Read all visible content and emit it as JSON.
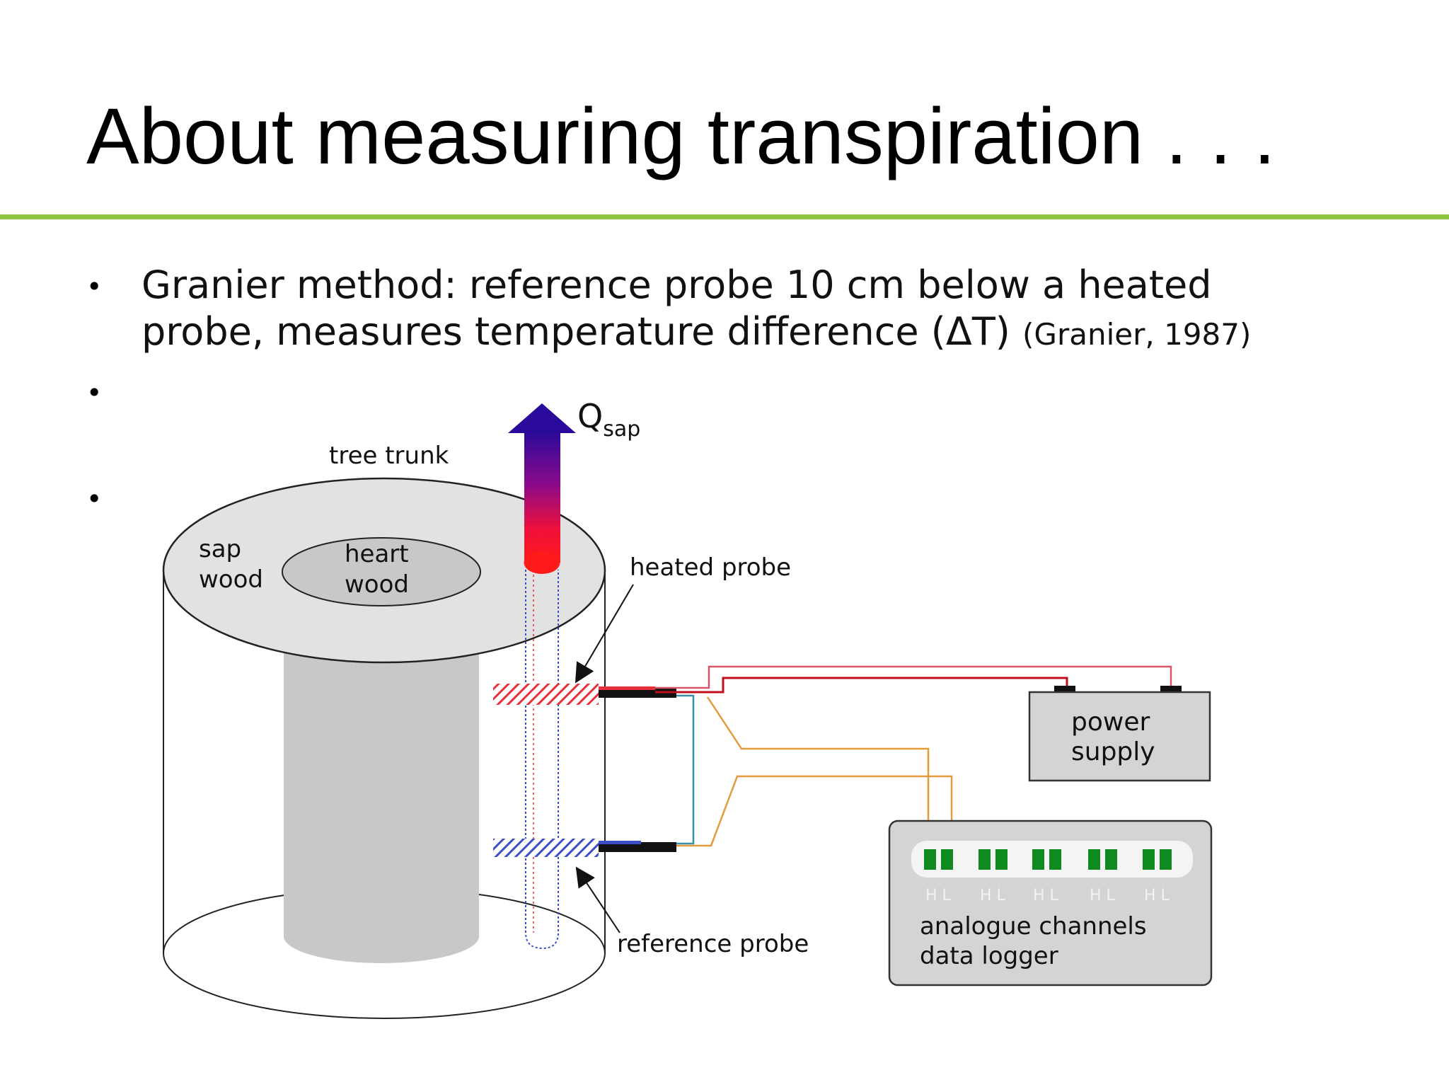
{
  "slide": {
    "title": "About measuring transpiration . . .",
    "bullet_1_text": "Granier method: reference probe 10 cm below a heated probe, measures temperature difference (ΔT)",
    "bullet_1_citation": "(Granier, 1987)"
  },
  "diagram": {
    "flow_label": "Q",
    "flow_subscript": "sap",
    "tree_trunk_label": "tree trunk",
    "sapwood_line1": "sap",
    "sapwood_line2": "wood",
    "heartwood_line1": "heart",
    "heartwood_line2": "wood",
    "heated_probe_label": "heated probe",
    "reference_probe_label": "reference probe",
    "power_supply_line1": "power",
    "power_supply_line2": "supply",
    "logger_line1": "analogue channels",
    "logger_line2": "data logger",
    "channel_letters": [
      "H L",
      "H L",
      "H L",
      "H L",
      "H L"
    ]
  },
  "colors": {
    "accent_rule": "#8dc63f",
    "heated_probe": "#e8303a",
    "reference_probe": "#3a4fc8",
    "channel_green": "#0f8a1e",
    "device_gray": "#d4d4d4",
    "heartwood_gray": "#c8c8c8",
    "sapwood_gray": "#e2e2e2"
  }
}
